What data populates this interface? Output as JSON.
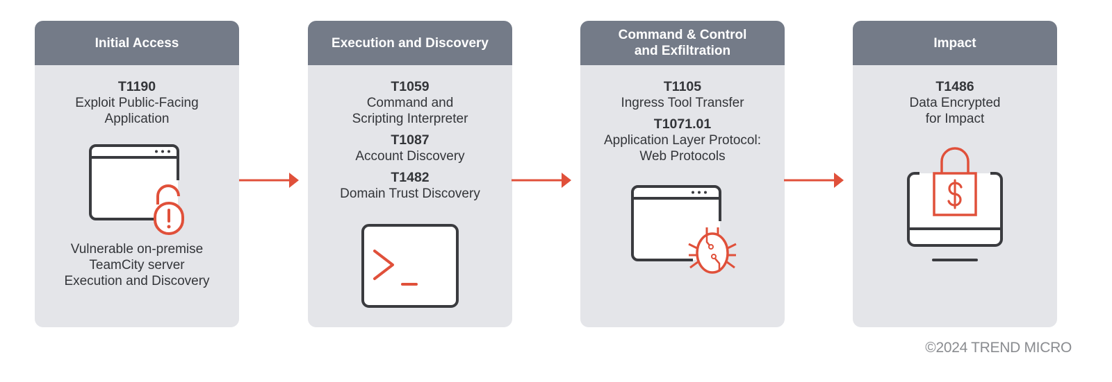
{
  "colors": {
    "header": "#747b88",
    "card": "#e4e5e9",
    "accent": "#e0503a",
    "ink": "#3a3b3f"
  },
  "stages": [
    {
      "title": "Initial Access",
      "techniques": [
        {
          "id": "T1190",
          "name": "Exploit Public-Facing\nApplication"
        }
      ],
      "icon": "browser-window-unlocked-padlock-icon",
      "note": "Vulnerable on-premise\nTeamCity server\nExecution and Discovery"
    },
    {
      "title": "Execution and Discovery",
      "techniques": [
        {
          "id": "T1059",
          "name": "Command and\nScripting Interpreter"
        },
        {
          "id": "T1087",
          "name": "Account Discovery"
        },
        {
          "id": "T1482",
          "name": "Domain Trust Discovery"
        }
      ],
      "icon": "terminal-prompt-icon"
    },
    {
      "title": "Command & Control\nand Exfiltration",
      "techniques": [
        {
          "id": "T1105",
          "name": "Ingress Tool Transfer"
        },
        {
          "id": "T1071.01",
          "name": "Application Layer Protocol:\nWeb Protocols"
        }
      ],
      "icon": "browser-window-bug-icon"
    },
    {
      "title": "Impact",
      "techniques": [
        {
          "id": "T1486",
          "name": "Data Encrypted\nfor Impact"
        }
      ],
      "icon": "monitor-padlock-dollar-icon"
    }
  ],
  "arrows": [
    "right-arrow-icon",
    "right-arrow-icon",
    "right-arrow-icon"
  ],
  "footer": {
    "copyright": "©2024 TREND MICRO"
  }
}
